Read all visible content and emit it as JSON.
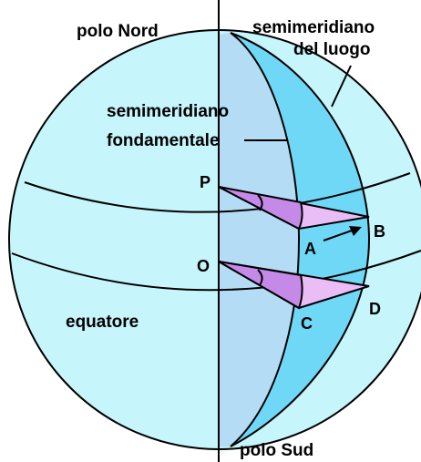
{
  "labels": {
    "north_pole": "polo Nord",
    "south_pole": "polo Sud",
    "local_semimeridian_line1": "semimeridiano",
    "local_semimeridian_line2": "del luogo",
    "fundamental_semimeridian_line1": "semimeridiano",
    "fundamental_semimeridian_line2": "fondamentale",
    "equator": "equatore"
  },
  "points": {
    "P": "P",
    "O": "O",
    "A": "A",
    "B": "B",
    "C": "C",
    "D": "D"
  },
  "colors": {
    "sphere": "#c6f5fb",
    "fundamental_band": "#b4dcf5",
    "local_band": "#6fd8f6",
    "angle_triangle": "#e9bdf6",
    "angle_wedge": "#c58ae8",
    "outline": "#000000"
  }
}
